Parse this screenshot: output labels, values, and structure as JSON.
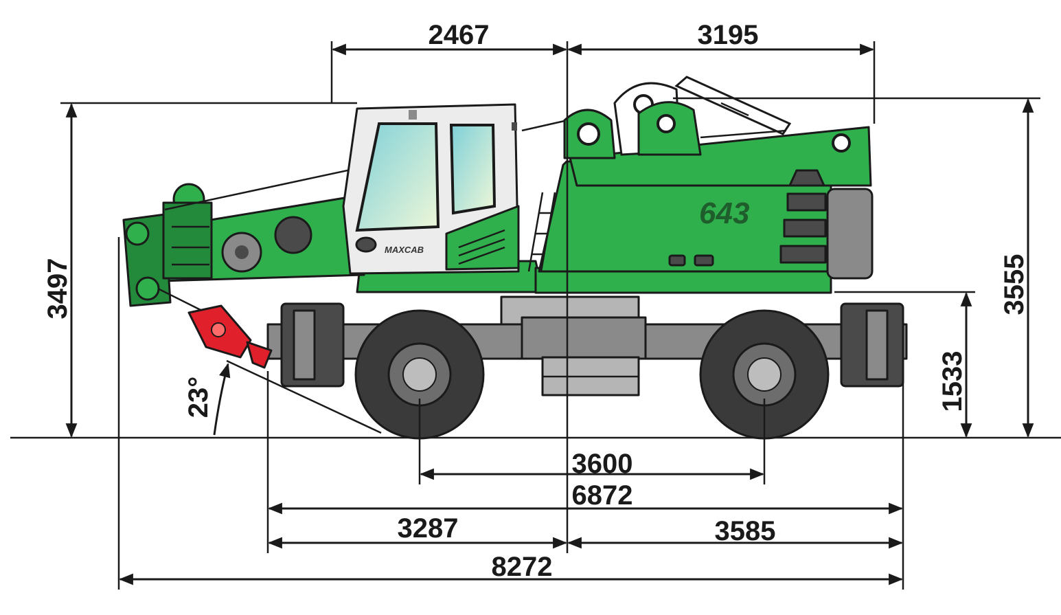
{
  "machine": {
    "model_label": "643",
    "cab_label": "MAXCAB",
    "colors": {
      "body": "#2fb04c",
      "body_dark": "#248a3b",
      "chassis": "#8a8a8a",
      "hook": "#e0202a",
      "outline": "#1a1a1a"
    }
  },
  "dimensions": {
    "top_left": "2467",
    "top_right": "3195",
    "height_boom": "3497",
    "height_total": "3555",
    "height_chassis": "1533",
    "wheelbase": "3600",
    "track_total": "6872",
    "rear_half": "3287",
    "front_half": "3585",
    "overall_length": "8272",
    "angle": "23°"
  }
}
